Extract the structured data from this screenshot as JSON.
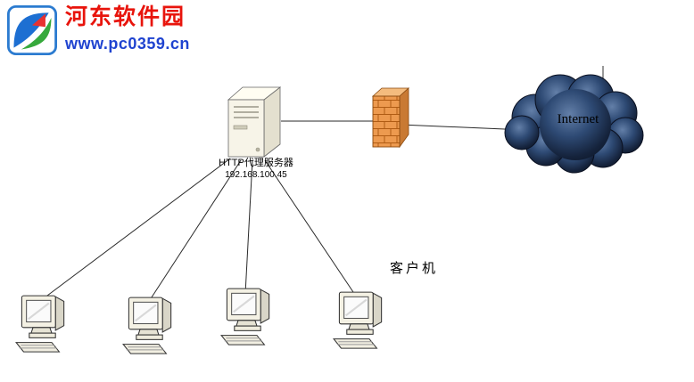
{
  "watermark": {
    "site_name": "河东软件园",
    "site_url": "www.pc0359.cn",
    "name_color": "#e8140c",
    "url_color": "#1f43d0"
  },
  "diagram": {
    "server": {
      "label": "HTTP代理服务器",
      "ip": "192.168.100.45"
    },
    "internet_label": "Internet",
    "clients_label": "客户机",
    "nodes": [
      "proxy-server",
      "firewall",
      "internet-cloud",
      "client-pc-1",
      "client-pc-2",
      "client-pc-3",
      "client-pc-4"
    ],
    "links": [
      "server-to-firewall",
      "firewall-to-internet",
      "server-to-client-1",
      "server-to-client-2",
      "server-to-client-3",
      "server-to-client-4"
    ],
    "icons": {
      "server": "tower-server-icon",
      "firewall": "brick-firewall-icon",
      "internet": "cloud-icon",
      "client": "desktop-computer-icon",
      "logo": "pinwheel-logo-icon"
    },
    "colors": {
      "firewall_orange": "#ed9a4f",
      "firewall_side": "#c97a33",
      "cloud_navy": "#16243c",
      "line_black": "#2a2a2a",
      "server_beige": "#f7f4e8"
    }
  }
}
